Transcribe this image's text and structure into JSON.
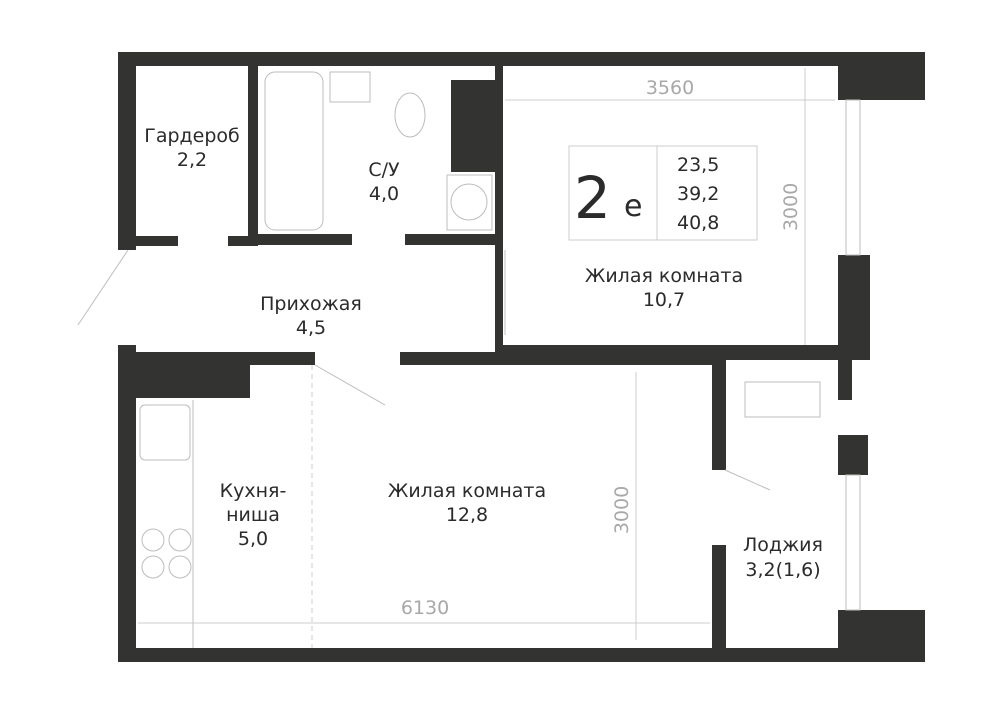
{
  "plan": {
    "type_number": "2",
    "type_letter": "е",
    "areas": [
      "23,5",
      "39,2",
      "40,8"
    ]
  },
  "rooms": [
    {
      "name": "Гардероб",
      "area": "2,2"
    },
    {
      "name": "С/У",
      "area": "4,0"
    },
    {
      "name": "Жилая комната",
      "area": "10,7"
    },
    {
      "name": "Прихожая",
      "area": "4,5"
    },
    {
      "name": "Кухня-",
      "name2": "ниша",
      "area": "5,0"
    },
    {
      "name": "Жилая комната",
      "area": "12,8"
    },
    {
      "name": "Лоджия",
      "area": "3,2(1,6)"
    }
  ],
  "dimensions": {
    "top_width": "3560",
    "top_height": "3000",
    "bottom_height": "3000",
    "bottom_width": "6130"
  },
  "colors": {
    "wall": "#333331",
    "dim": "#a8a8a8"
  }
}
